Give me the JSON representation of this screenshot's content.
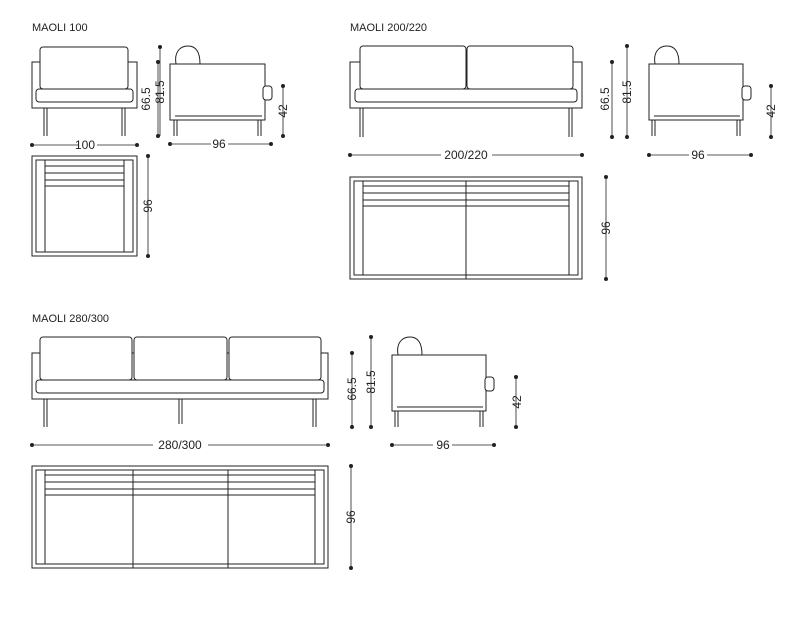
{
  "titles": {
    "m100": "MAOLI 100",
    "m200": "MAOLI 200/220",
    "m280": "MAOLI 280/300"
  },
  "dims": {
    "m100_width": "100",
    "m100_depth_side": "96",
    "m100_depth_plan": "96",
    "m100_h_back": "66.5",
    "m100_h_total": "81.5",
    "m100_h_seat": "42",
    "m200_width": "200/220",
    "m200_depth_side": "96",
    "m200_depth_plan": "96",
    "m200_h_back": "66.5",
    "m200_h_total": "81.5",
    "m200_h_seat": "42",
    "m280_width": "280/300",
    "m280_depth_side": "96",
    "m280_depth_plan": "96",
    "m280_h_back": "66.5",
    "m280_h_total": "81.5",
    "m280_h_seat": "42"
  }
}
